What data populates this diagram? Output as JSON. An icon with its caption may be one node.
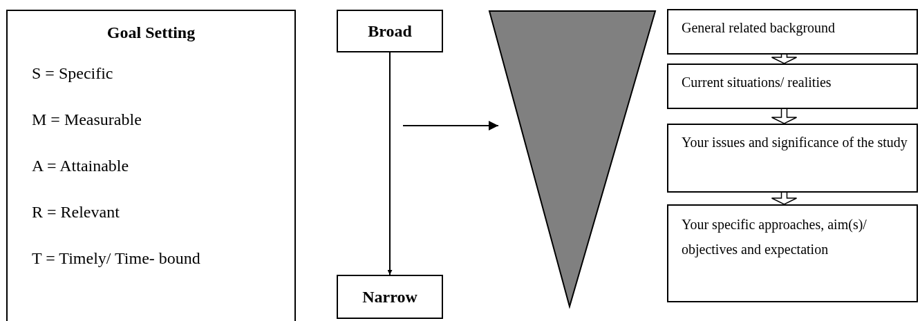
{
  "diagram": {
    "nodes": [
      {
        "text": [
          "Goal Setting",
          "S = Specific",
          "M = Measurable",
          "A = Attainable",
          "R = Relevant",
          "T = Timely/ Time- bound"
        ]
      },
      {
        "text": [
          "Broad"
        ]
      },
      {
        "text": [
          "Narrow"
        ]
      },
      {
        "text": [],
        "shape": "triangle"
      },
      {
        "text": [
          "General related background"
        ]
      },
      {
        "text": [
          "Current situations/ realities"
        ]
      },
      {
        "text": [
          "Your issues and significance of the study"
        ]
      },
      {
        "text": [
          "Your specific approaches, aim(s)/ objectives and expectation"
        ]
      }
    ],
    "edges": [
      {
        "from": 1,
        "to": 2,
        "arrow": "to"
      },
      {
        "from": null,
        "to": 3,
        "arrow": "to"
      },
      {
        "from": 4,
        "to": 5,
        "arrow": "to",
        "style": "thick"
      },
      {
        "from": 5,
        "to": 6,
        "arrow": "to",
        "style": "thick"
      },
      {
        "from": 6,
        "to": 7,
        "arrow": "to",
        "style": "thick"
      }
    ]
  }
}
